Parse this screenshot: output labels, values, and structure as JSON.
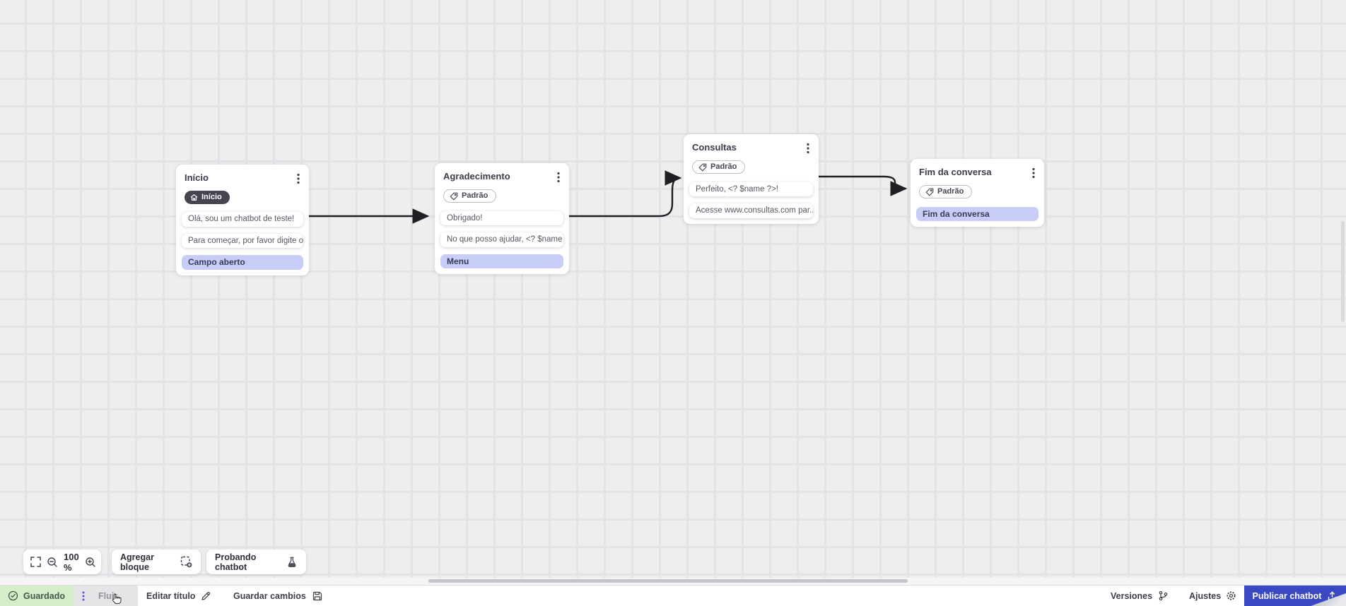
{
  "canvas": {
    "nodes": [
      {
        "title": "Início",
        "menu_icon": "kebab-menu-icon",
        "badge": {
          "icon": "home-icon",
          "label": "Início",
          "style": "dark"
        },
        "rows": [
          {
            "type": "message",
            "text": "Olá, sou um chatbot de teste!"
          },
          {
            "type": "message",
            "text": "Para começar, por favor digite o ..."
          },
          {
            "type": "output",
            "text": "Campo aberto"
          }
        ]
      },
      {
        "title": "Agradecimento",
        "menu_icon": "kebab-menu-icon",
        "badge": {
          "icon": "tag-icon",
          "label": "Padrão",
          "style": "outline"
        },
        "rows": [
          {
            "type": "message",
            "text": "Obrigado!"
          },
          {
            "type": "message",
            "text": "No que posso ajudar, <? $name ..."
          },
          {
            "type": "output",
            "text": "Menu"
          }
        ]
      },
      {
        "title": "Consultas",
        "menu_icon": "kebab-menu-icon",
        "badge": {
          "icon": "tag-icon",
          "label": "Padrão",
          "style": "outline"
        },
        "rows": [
          {
            "type": "message",
            "text": "Perfeito, <? $name ?>!"
          },
          {
            "type": "message",
            "text": "Acesse www.consultas.com par..."
          }
        ]
      },
      {
        "title": "Fim da conversa",
        "menu_icon": "kebab-menu-icon",
        "badge": {
          "icon": "tag-icon",
          "label": "Padrão",
          "style": "outline"
        },
        "rows": [
          {
            "type": "output",
            "text": "Fim da conversa"
          }
        ]
      }
    ]
  },
  "toolbar": {
    "fullscreen_icon": "fullscreen-icon",
    "zoom_out_icon": "zoom-out-icon",
    "zoom_level": "100 %",
    "zoom_in_icon": "zoom-in-icon",
    "add_block_label": "Agregar bloque",
    "add_block_icon": "add-block-icon",
    "test_chatbot_label": "Probando chatbot",
    "test_chatbot_icon": "flask-icon"
  },
  "statusbar": {
    "saved_label": "Guardado",
    "saved_icon": "check-circle-icon",
    "more_icon": "kebab-menu-icon",
    "flow_tab_label": "Fluir",
    "edit_title_label": "Editar título",
    "edit_title_icon": "pencil-icon",
    "save_changes_label": "Guardar cambios",
    "save_changes_icon": "floppy-icon",
    "versions_label": "Versiones",
    "versions_icon": "git-branch-icon",
    "settings_label": "Ajustes",
    "settings_icon": "gear-icon",
    "publish_label": "Publicar chatbot",
    "publish_icon": "upload-icon"
  },
  "colors": {
    "accent_indigo": "#3a48c4",
    "saved_green_bg": "#d5edc8",
    "saved_green_text": "#44584b",
    "output_purple": "#c7cdf6",
    "dark_badge": "#454550",
    "connector": "#1f1f24"
  }
}
